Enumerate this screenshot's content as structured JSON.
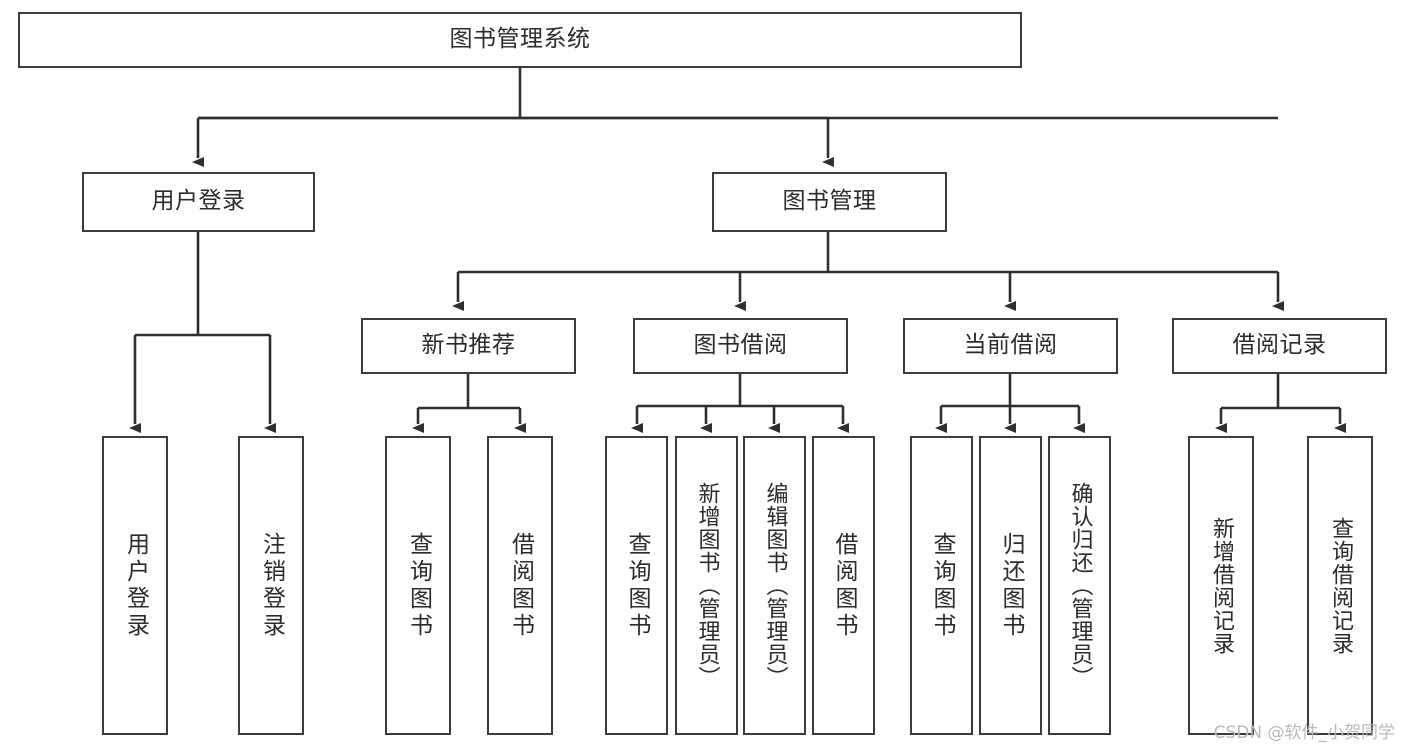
{
  "diagram": {
    "type": "tree",
    "title": "图书管理系统",
    "orientation": "top-down",
    "edge_style": "orthogonal-arrow",
    "colors": {
      "box_border": "#3b3b3b",
      "box_fill": "#ffffff",
      "edge": "#2f2f2f",
      "text": "#2b2b2b",
      "watermark": "#b9b9b9",
      "background": "#ffffff"
    },
    "root": {
      "label": "图书管理系统"
    },
    "level2": [
      {
        "label": "用户登录"
      },
      {
        "label": "图书管理"
      }
    ],
    "level3": [
      {
        "label": "新书推荐"
      },
      {
        "label": "图书借阅"
      },
      {
        "label": "当前借阅"
      },
      {
        "label": "借阅记录"
      }
    ],
    "leaves": {
      "user_login": [
        {
          "label": "用户登录"
        },
        {
          "label": "注销登录"
        }
      ],
      "new_book_recommend": [
        {
          "label": "查询图书"
        },
        {
          "label": "借阅图书"
        }
      ],
      "book_borrow": [
        {
          "label": "查询图书"
        },
        {
          "label": "新增图书（管理员）"
        },
        {
          "label": "编辑图书（管理员）"
        },
        {
          "label": "借阅图书"
        }
      ],
      "current_borrow": [
        {
          "label": "查询图书"
        },
        {
          "label": "归还图书"
        },
        {
          "label": "确认归还（管理员）"
        }
      ],
      "borrow_record": [
        {
          "label": "新增借阅记录"
        },
        {
          "label": "查询借阅记录"
        }
      ]
    }
  },
  "watermark": {
    "text": "CSDN @软件_小贺同学"
  }
}
